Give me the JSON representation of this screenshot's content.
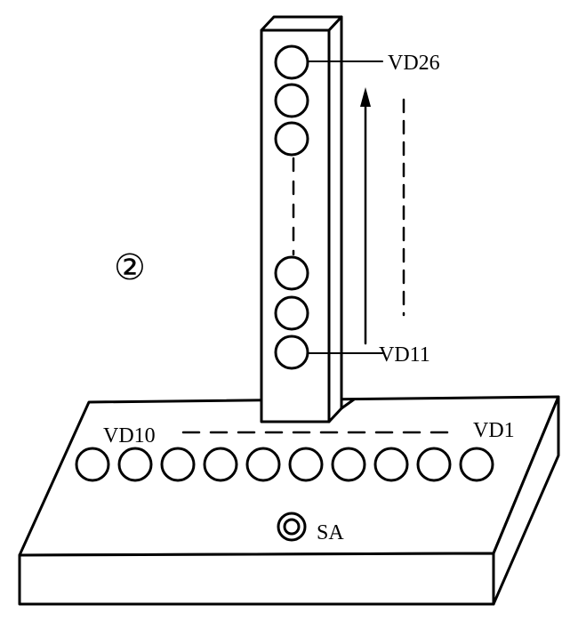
{
  "labels": {
    "top_led": "VD26",
    "column_bottom_led": "VD11",
    "base_left_led": "VD10",
    "base_right_led": "VD1",
    "switch": "SA",
    "figure_marker": "②"
  },
  "counts": {
    "base_leds": 10,
    "column_leds_upper": 3,
    "column_leds_lower": 3
  },
  "colors": {
    "ink": "#000000",
    "paper": "#ffffff"
  }
}
